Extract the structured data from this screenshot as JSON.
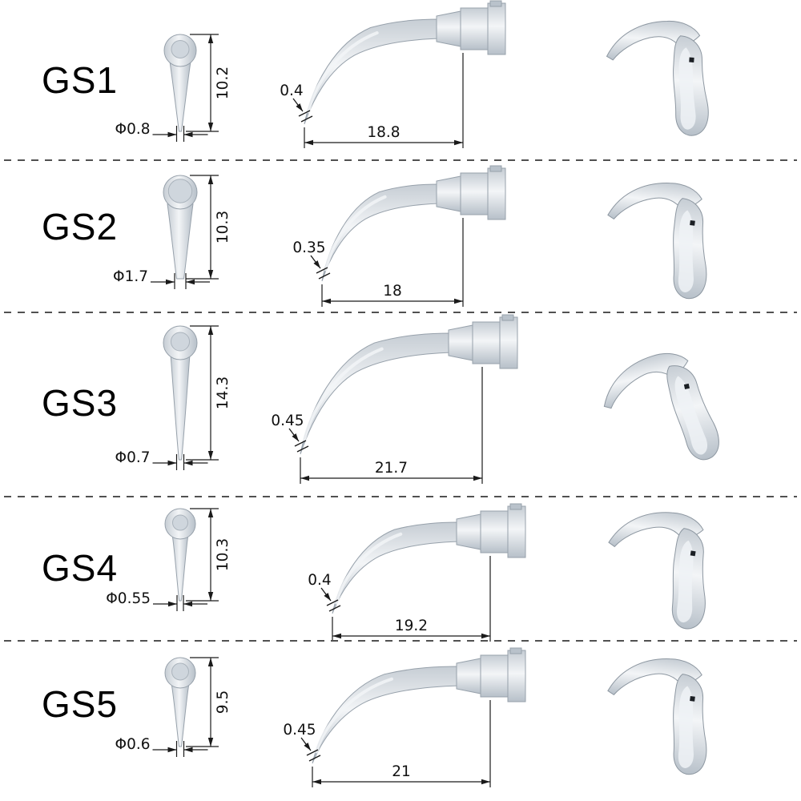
{
  "colors": {
    "background": "#ffffff",
    "metal_light": "#f3f5f7",
    "metal_mid": "#c6cdd4",
    "metal_dark": "#b7c0c9",
    "outline": "#97a1ab",
    "dimension": "#1a1a1a",
    "separator": "#515151",
    "text": "#111111"
  },
  "rows": [
    {
      "label": "GS1",
      "diameter": "Φ0.8",
      "height": "10.2",
      "tip_width": "0.4",
      "length": "18.8"
    },
    {
      "label": "GS2",
      "diameter": "Φ1.7",
      "height": "10.3",
      "tip_width": "0.35",
      "length": "18"
    },
    {
      "label": "GS3",
      "diameter": "Φ0.7",
      "height": "14.3",
      "tip_width": "0.45",
      "length": "21.7"
    },
    {
      "label": "GS4",
      "diameter": "Φ0.55",
      "height": "10.3",
      "tip_width": "0.4",
      "length": "19.2"
    },
    {
      "label": "GS5",
      "diameter": "Φ0.6",
      "height": "9.5",
      "tip_width": "0.45",
      "length": "21"
    }
  ]
}
